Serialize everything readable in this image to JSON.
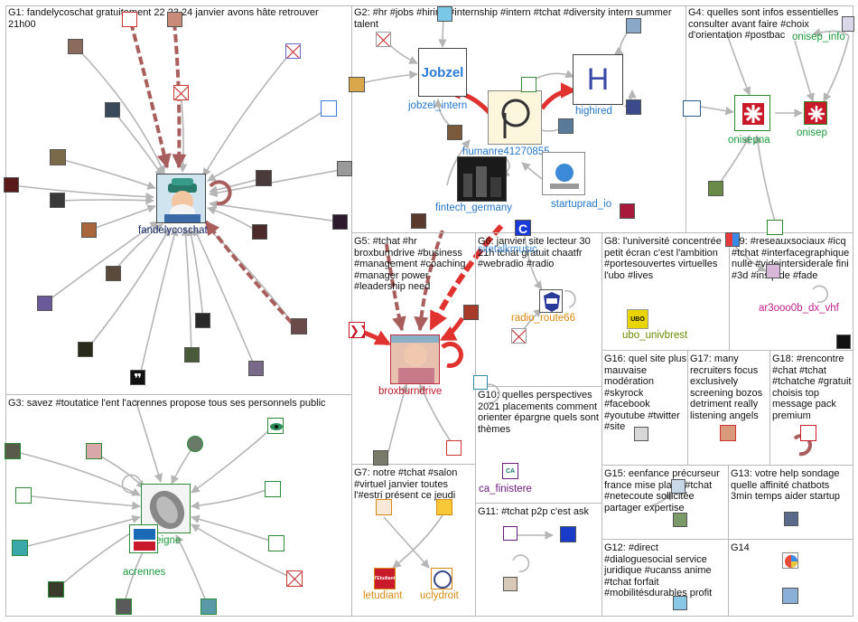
{
  "groups": [
    {
      "id": "G1",
      "label": "G1: fandelycoschat gratuitement 22 23 24 janvier avons hâte retrouver 21h00"
    },
    {
      "id": "G2",
      "label": "G2: #hr #jobs #hiring #internship #intern #tchat #diversity intern summer talent"
    },
    {
      "id": "G3",
      "label": "G3: savez #toutatice l'ent l'acrennes propose tous ses personnels public"
    },
    {
      "id": "G4",
      "label": "G4: quelles sont infos essentielles consulter avant faire #choix d'orientation #postbac"
    },
    {
      "id": "G5",
      "label": "G5: #tchat #hr broxburndrive #business #management #coaching #manager power #leadership need"
    },
    {
      "id": "G6",
      "label": "G6: janvier site lecteur 30 21h tchat gratuit chaatfr #webradio #radio"
    },
    {
      "id": "G7",
      "label": "G7: notre #tchat #salon #virtuel janvier toutes l'#estri présent ce jeudi"
    },
    {
      "id": "G8",
      "label": "G8: l'université concentrée petit écran c'est l'ambition #portesouvertes virtuelles l'ubo #lives"
    },
    {
      "id": "G9",
      "label": "G9: #reseauxsociaux #icq #tchat #interfacegraphique nulle #videintersiderale fini #3d #insipide #fade"
    },
    {
      "id": "G10",
      "label": "G10: quelles perspectives 2021 placements comment orienter épargne quels sont thèmes"
    },
    {
      "id": "G11",
      "label": "G11: #tchat p2p c'est ask"
    },
    {
      "id": "G12",
      "label": "G12: #direct #dialoguesocial service juridique #ucanss anime #tchat forfait #mobilitésdurables profit"
    },
    {
      "id": "G13",
      "label": "G13: votre help sondage quelle affinité chatbots 3min temps aider startup"
    },
    {
      "id": "G14",
      "label": "G14"
    },
    {
      "id": "G15",
      "label": "G15: eenfance précurseur france mise place #tchat #netecoute sollicitée partager expertise"
    },
    {
      "id": "G16",
      "label": "G16: quel site plus mauvaise modération #skyrock #facebook #youtube #twitter #site"
    },
    {
      "id": "G17",
      "label": "G17: many recruiters focus exclusively screening bozos detriment really listening angels"
    },
    {
      "id": "G18",
      "label": "G18: #rencontre #chat #tchat #tchatche #gratuit choisis top message pack premium"
    }
  ],
  "nodes": {
    "fandelycoschat": "fandelycoschat",
    "speigne": "speigne",
    "acrennes": "acrennes",
    "jobzel_intern": "jobzel_intern",
    "highired": "highired",
    "humanre41270855": "humanre41270855",
    "fintech_germany": "fintech_germany",
    "startuprad_io": "startuprad_io",
    "onisepna": "onisepna",
    "onisep": "onisep",
    "onisep_info": "onisep_info",
    "broxburndrive": "broxburndrive",
    "radio_route66": "radio_route66",
    "sitetalkmusic": "sitetalkmusic",
    "ubo_univbrest": "ubo_univbrest",
    "ar3ooo0b_dx_vhf": "ar3ooo0b_dx_vhf",
    "ca_finistere": "ca_finistere",
    "letudiant": "letudiant",
    "uclydroit": "uclydroit"
  },
  "logos": {
    "jobzel": "Jobzel",
    "highired": "H",
    "letudiant": "l'Etudiant",
    "ubo": "UBO",
    "onisep": "onisep",
    "ca": "CA"
  },
  "colors": {
    "edge_gray": "#b5b5b5",
    "edge_red": "#a95e5e",
    "edge_bright_red": "#e0322e",
    "label_navy": "#1a2a6b",
    "label_blue": "#2476c8",
    "label_green": "#1a9a3a",
    "label_red": "#c0182a",
    "label_orange": "#d88a10",
    "label_purple": "#6a1a7a",
    "label_pink": "#c0208a",
    "label_olive": "#6a8a00"
  }
}
